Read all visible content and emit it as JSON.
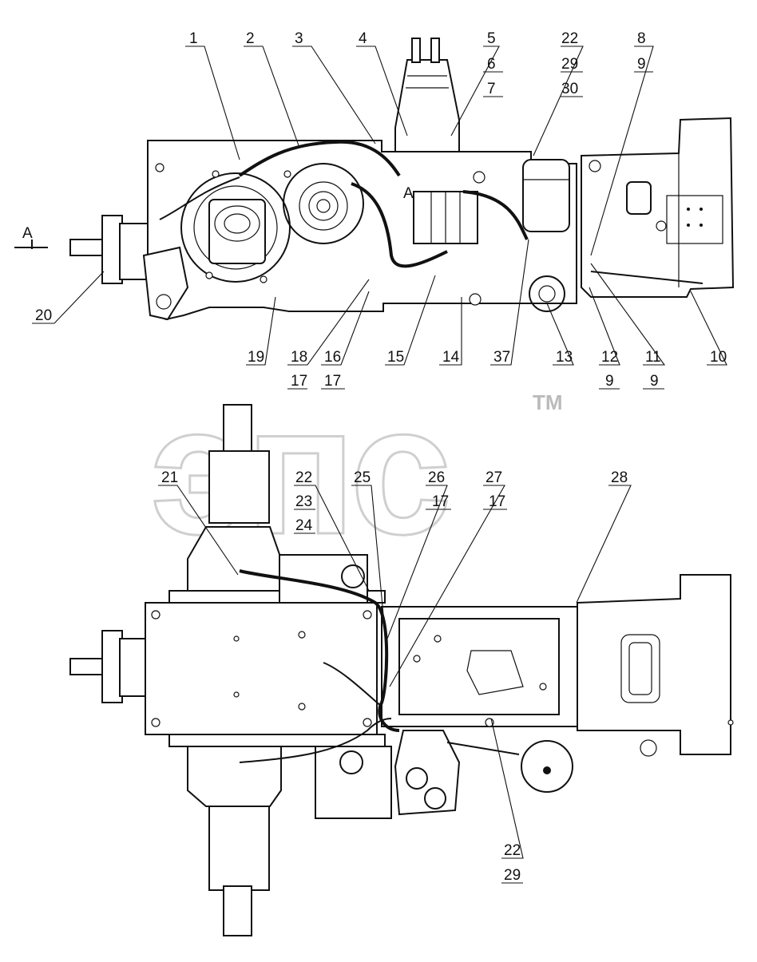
{
  "watermark": {
    "text": "эпс",
    "tm": "TM"
  },
  "section_mark": "A",
  "view_marker": "A",
  "callouts_top": [
    "1",
    "2",
    "3",
    "4",
    "5",
    "6",
    "7",
    "22",
    "29",
    "30",
    "8",
    "9",
    "20",
    "19",
    "18",
    "17",
    "16",
    "17",
    "15",
    "14",
    "37",
    "13",
    "12",
    "9",
    "11",
    "9",
    "10"
  ],
  "callouts_bottom": [
    "21",
    "22",
    "23",
    "24",
    "25",
    "26",
    "17",
    "27",
    "17",
    "28",
    "22",
    "29"
  ]
}
